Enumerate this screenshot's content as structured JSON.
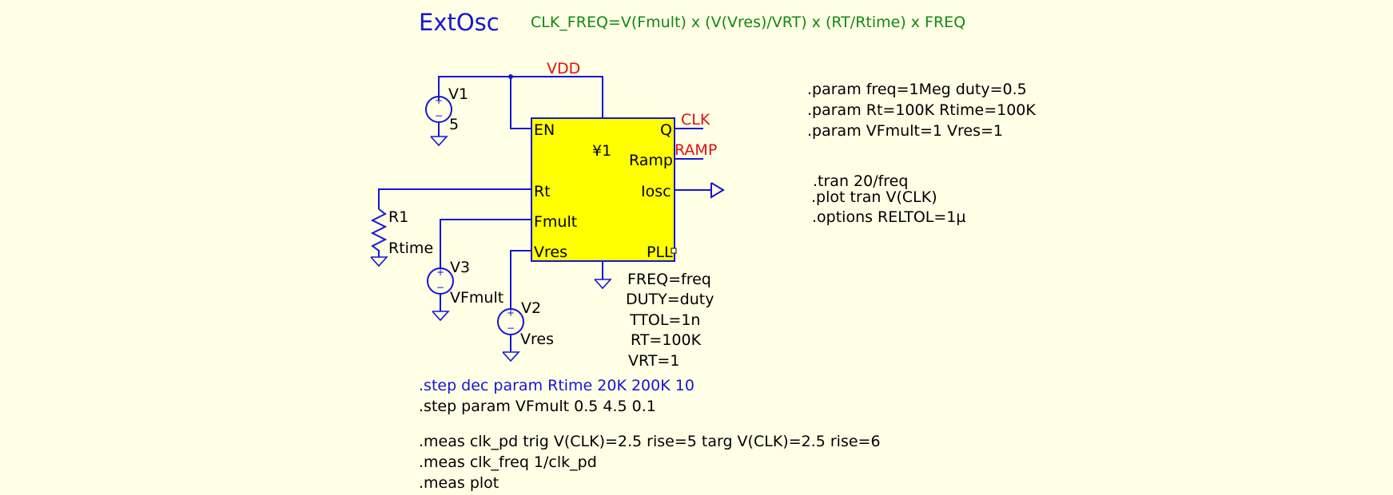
{
  "title": "ExtOsc",
  "formula": "CLK_FREQ=V(Fmult) x (V(Vres)/VRT) x (RT/Rtime) x FREQ",
  "colors": {
    "background": "#ffffe6",
    "wire": "#1515d8",
    "component_fill": "#ffff00",
    "net_label": "#e01010",
    "formula": "#118811"
  },
  "component": {
    "name": "¥1",
    "pins": {
      "en": "EN",
      "q": "Q",
      "ramp": "Ramp",
      "rt": "Rt",
      "iosc": "Iosc",
      "fmult": "Fmult",
      "vres": "Vres",
      "pll": "PLL"
    },
    "params": [
      "FREQ=freq",
      "DUTY=duty",
      "TTOL=1n",
      "RT=100K",
      "VRT=1"
    ]
  },
  "nets": {
    "vdd": "VDD",
    "clk": "CLK",
    "ramp": "RAMP"
  },
  "sources": {
    "v1": {
      "name": "V1",
      "value": "5"
    },
    "v2": {
      "name": "V2",
      "value": "Vres"
    },
    "v3": {
      "name": "V3",
      "value": "VFmult"
    }
  },
  "resistor": {
    "name": "R1",
    "value": "Rtime"
  },
  "directives": {
    "params": [
      ".param freq=1Meg duty=0.5",
      ".param Rt=100K Rtime=100K",
      ".param VFmult=1 Vres=1"
    ],
    "analysis": [
      ".tran 20/freq",
      ".plot tran V(CLK)",
      ".options RELTOL=1µ"
    ],
    "step_blue": ".step dec param Rtime 20K 200K 10",
    "step_black": ".step param VFmult 0.5 4.5 0.1",
    "meas": [
      ".meas clk_pd trig V(CLK)=2.5 rise=5 targ V(CLK)=2.5 rise=6",
      ".meas clk_freq 1/clk_pd",
      ".meas plot"
    ]
  }
}
